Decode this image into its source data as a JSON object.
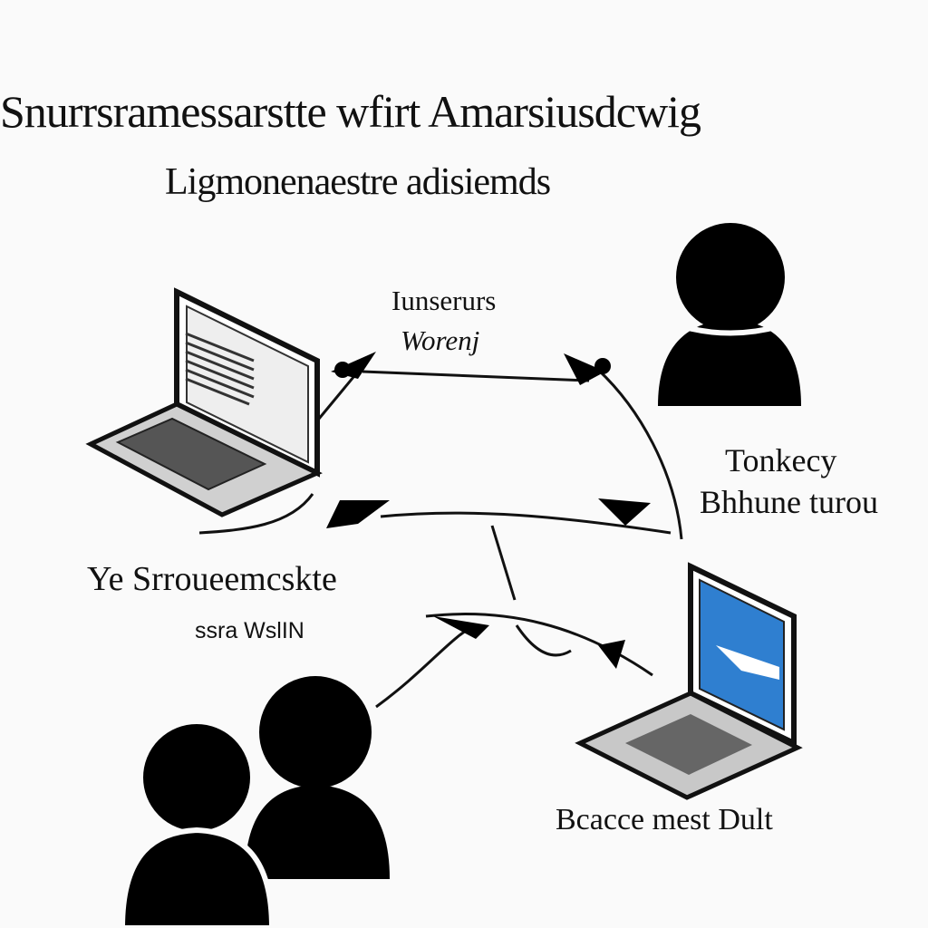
{
  "title": {
    "line1": "Snurrsramessarstte  wfirt  Amarsiusdcwig",
    "line2": "Ligmonenaestre adisiemds"
  },
  "labels": {
    "top_line1": "Iunserurs",
    "top_line2": "Worenj",
    "right_line1": "Tonkecy",
    "right_line2": "Bhhune turou",
    "left_line1": "Ye Srroueemcskte",
    "left_line2": "ssra WslIN",
    "bottom": "Bcacce  mest Dult"
  },
  "colors": {
    "background": "#fafafa",
    "ink": "#111111",
    "screen_accent": "#2f7fd0",
    "laptop_body": "#c8c8c8"
  },
  "icons": [
    "laptop-icon",
    "user-icon",
    "users-group-icon",
    "arrow-icon"
  ]
}
